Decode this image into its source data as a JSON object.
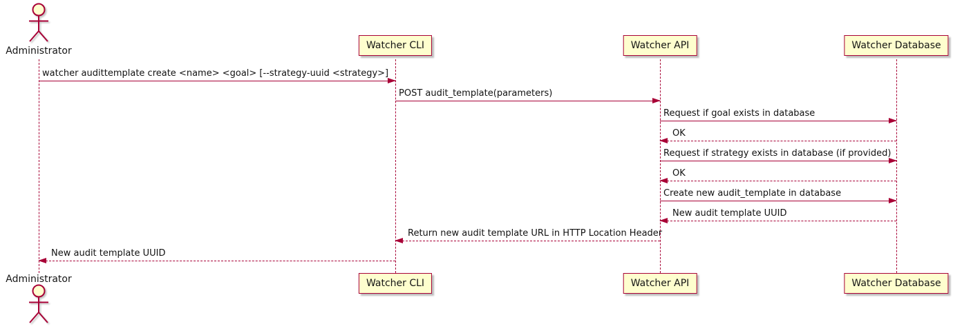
{
  "diagram": {
    "type": "uml-sequence",
    "background": "#FFFFFF"
  },
  "colors": {
    "participant_fill": "#FEFECE",
    "line_and_border": "#A80036",
    "text": "#151515"
  },
  "participants": {
    "actor": {
      "name": "Administrator"
    },
    "boxes": [
      {
        "name": "Watcher CLI"
      },
      {
        "name": "Watcher API"
      },
      {
        "name": "Watcher Database"
      }
    ]
  },
  "messages": [
    {
      "label": "watcher audittemplate create <name> <goal> [--strategy-uuid <strategy>]",
      "from": "Administrator",
      "to": "Watcher CLI",
      "line": "solid"
    },
    {
      "label": "POST audit_template(parameters)",
      "from": "Watcher CLI",
      "to": "Watcher API",
      "line": "solid"
    },
    {
      "label": "Request if goal exists in database",
      "from": "Watcher API",
      "to": "Watcher Database",
      "line": "solid"
    },
    {
      "label": "OK",
      "from": "Watcher Database",
      "to": "Watcher API",
      "line": "dashed"
    },
    {
      "label": "Request if strategy exists in database (if provided)",
      "from": "Watcher API",
      "to": "Watcher Database",
      "line": "solid"
    },
    {
      "label": "OK",
      "from": "Watcher Database",
      "to": "Watcher API",
      "line": "dashed"
    },
    {
      "label": "Create new audit_template in database",
      "from": "Watcher API",
      "to": "Watcher Database",
      "line": "solid"
    },
    {
      "label": "New audit template UUID",
      "from": "Watcher Database",
      "to": "Watcher API",
      "line": "dashed"
    },
    {
      "label": "Return new audit template URL in HTTP Location Header",
      "from": "Watcher API",
      "to": "Watcher CLI",
      "line": "dashed"
    },
    {
      "label": "New audit template UUID",
      "from": "Watcher CLI",
      "to": "Administrator",
      "line": "dashed"
    }
  ]
}
